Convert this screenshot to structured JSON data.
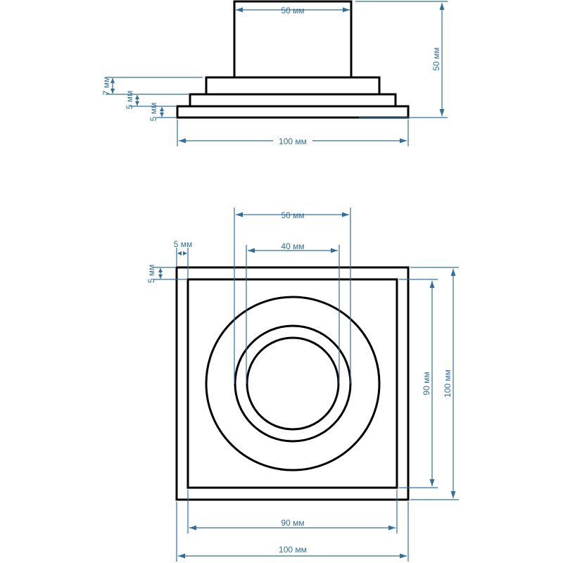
{
  "colors": {
    "outline": "#000000",
    "dimension": "#2e6fa3",
    "background": "#ffffff"
  },
  "side_view": {
    "top_width": "50 мм",
    "height": "50 мм",
    "step_7": "7 мм",
    "step_5_a": "5 мм",
    "step_5_b": "5 мм",
    "base_width": "100 мм"
  },
  "top_view": {
    "outer_ring": "50 мм",
    "inner_ring": "40 мм",
    "offset_x": "5 мм",
    "offset_y": "5 мм",
    "inner_height": "90 мм",
    "outer_height": "100 мм",
    "inner_width": "90 мм",
    "outer_width": "100 мм"
  }
}
